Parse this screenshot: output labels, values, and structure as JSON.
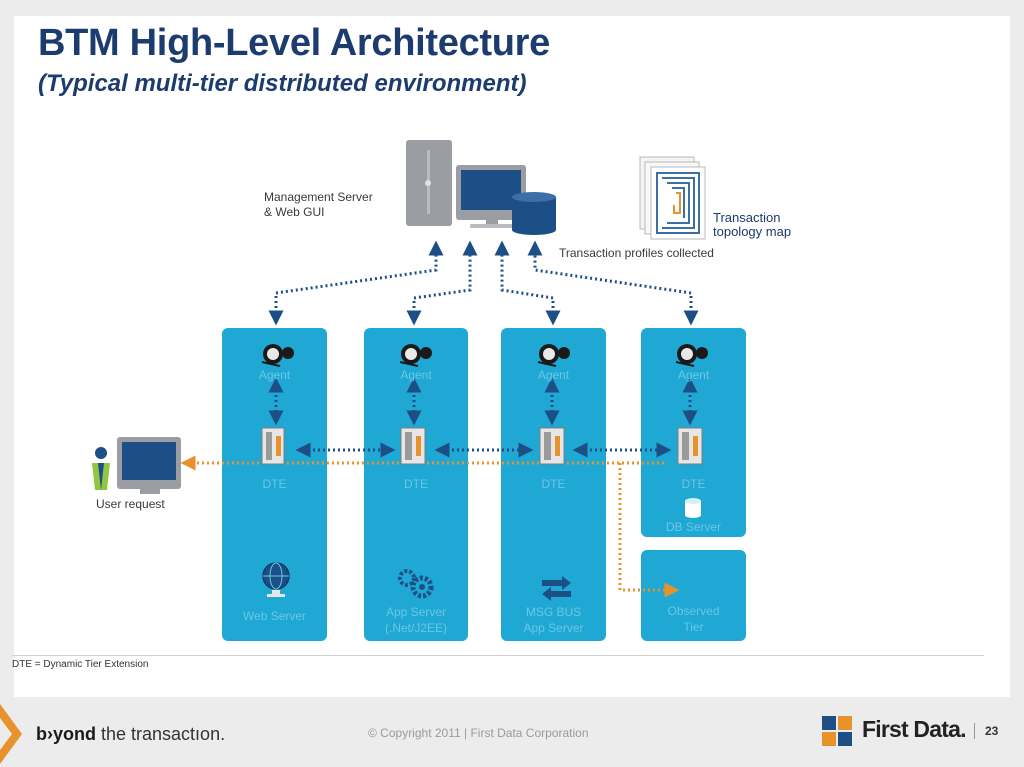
{
  "title": "BTM High-Level Architecture",
  "subtitle": "(Typical multi-tier distributed environment)",
  "labels": {
    "management_server_line1": "Management Server",
    "management_server_line2": "& Web GUI",
    "transaction_map_line1": "Transaction",
    "transaction_map_line2": "topology map",
    "profiles_collected": "Transaction profiles collected",
    "user_request": "User request"
  },
  "tiers": [
    {
      "agent": "Agent",
      "dte": "DTE",
      "name_line1": "Web Server",
      "name_line2": ""
    },
    {
      "agent": "Agent",
      "dte": "DTE",
      "name_line1": "App Server",
      "name_line2": "(.Net/J2EE)"
    },
    {
      "agent": "Agent",
      "dte": "DTE",
      "name_line1": "MSG BUS",
      "name_line2": "App Server"
    },
    {
      "agent": "Agent",
      "dte": "DTE",
      "name_line1": "DB Server",
      "name_line2": ""
    }
  ],
  "observed_tier": {
    "line1": "Observed",
    "line2": "Tier"
  },
  "footnote": "DTE = Dynamic Tier Extension",
  "footer": {
    "tagline_bold": "b›yond",
    "tagline_rest": " the transactıon.",
    "copyright": "©  Copyright  2011 | First Data Corporation",
    "brand": "First Data.",
    "page_number": "23"
  },
  "colors": {
    "title": "#1c3b6e",
    "tier_blue": "#1ea8d3",
    "tier_label": "#6bc7e6",
    "arrow_dark": "#1c4f86",
    "arrow_orange": "#e8922e"
  }
}
